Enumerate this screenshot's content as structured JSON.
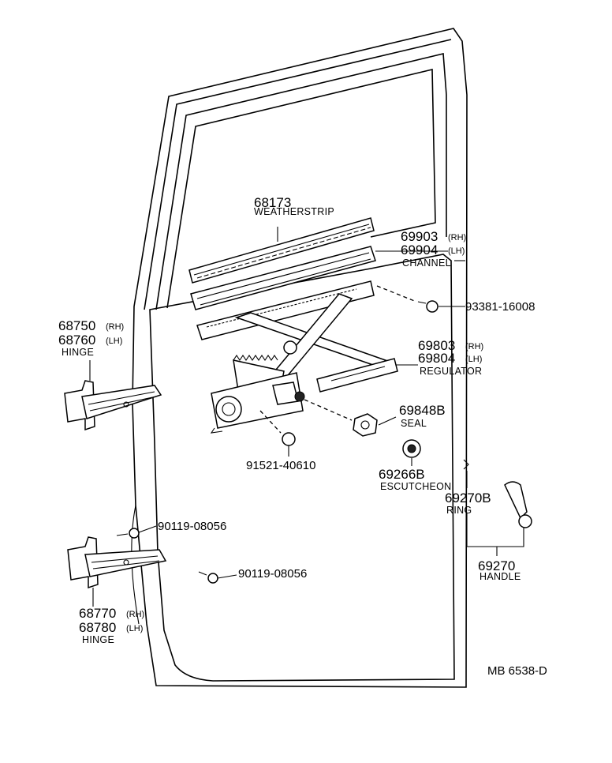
{
  "labels": {
    "weatherstrip": {
      "number": "68173",
      "name": "WEATHERSTRIP"
    },
    "channel": {
      "number_rh": "69903",
      "side_rh": "(RH)",
      "number_lh": "69904",
      "side_lh": "(LH)",
      "name": "CHANNEL"
    },
    "bolt_93381": {
      "number": "93381-16008"
    },
    "regulator": {
      "number_rh": "69803",
      "side_rh": "(RH)",
      "number_lh": "69804",
      "side_lh": "(LH)",
      "name": "REGULATOR"
    },
    "seal": {
      "number": "69848B",
      "name": "SEAL"
    },
    "bolt_91521": {
      "number": "91521-40610"
    },
    "escutcheon": {
      "number": "69266B",
      "name": "ESCUTCHEON"
    },
    "ring": {
      "number": "69270B",
      "name": "RING"
    },
    "handle": {
      "number": "69270",
      "name": "HANDLE"
    },
    "upper_hinge": {
      "number_rh": "68750",
      "side_rh": "(RH)",
      "number_lh": "68760",
      "side_lh": "(LH)",
      "name": "HINGE"
    },
    "lower_hinge": {
      "number_rh": "68770",
      "side_rh": "(RH)",
      "number_lh": "68780",
      "side_lh": "(LH)",
      "name": "HINGE"
    },
    "bolt_90119_a": {
      "number": "90119-08056"
    },
    "bolt_90119_b": {
      "number": "90119-08056"
    }
  },
  "diagram_code": "MB 6538-D"
}
